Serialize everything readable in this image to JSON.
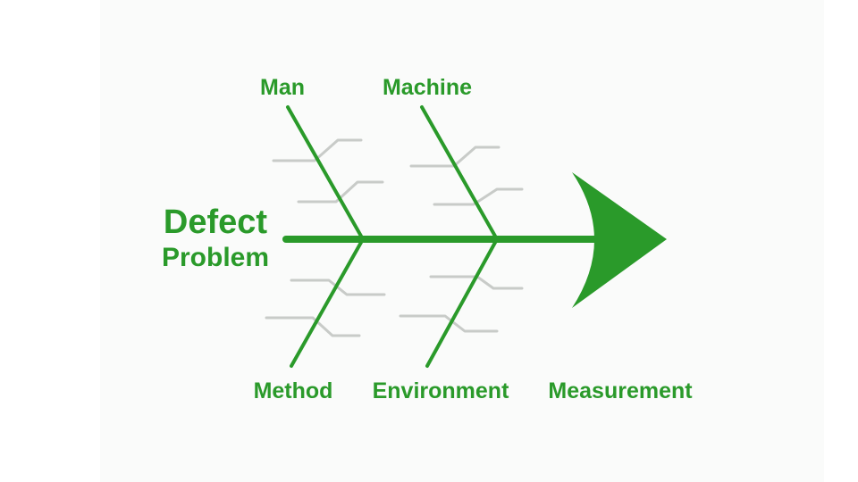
{
  "diagram": {
    "type": "fishbone",
    "problem": {
      "line1": "Defect",
      "line2": "Problem"
    },
    "categories": {
      "top": [
        "Man",
        "Machine"
      ],
      "bottom": [
        "Method",
        "Environment",
        "Measurement"
      ]
    },
    "colors": {
      "accent": "#2a9a2a",
      "sub_branch": "#c8cbc8",
      "background": "#ffffff"
    }
  }
}
